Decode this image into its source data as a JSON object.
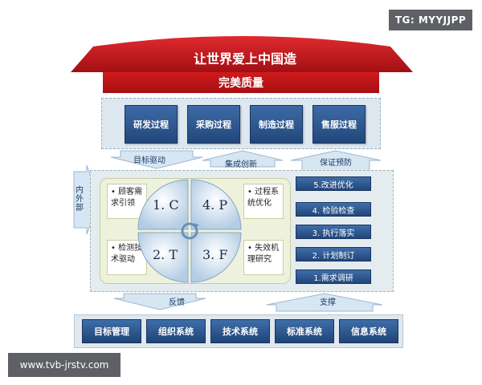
{
  "watermark_tl": "TG: MYYJJPP",
  "watermark_bl": "www.tvb-jrstv.com",
  "roof": {
    "title": "让世界爱上中国造"
  },
  "quality_bar": {
    "label": "完美质量"
  },
  "processes": [
    "研发过程",
    "采购过程",
    "制造过程",
    "售服过程"
  ],
  "arrows": {
    "goal_drive": "目标驱动",
    "integration": "集成创新",
    "guarantee": "保证预防",
    "feedback": "反馈",
    "support": "支撑",
    "inside_outside": "内外部"
  },
  "ctpf": {
    "c": "1. C",
    "p": "4. P",
    "t": "2. T",
    "f": "3. F",
    "notes": {
      "top_left": "顾客需求引领",
      "top_right": "过程系统优化",
      "bottom_left": "检测技术驱动",
      "bottom_right": "失效机理研究"
    }
  },
  "steps": [
    "5.改进优化",
    "4. 检验检查",
    "3. 执行落实",
    "2. 计划制订",
    "1.需求调研"
  ],
  "systems": [
    "目标管理",
    "组织系统",
    "技术系统",
    "标准系统",
    "信息系统"
  ],
  "colors": {
    "red": "#c8161d",
    "navy": "#22477a",
    "panel": "#e4ecef",
    "arrow": "#d6e6f3"
  }
}
